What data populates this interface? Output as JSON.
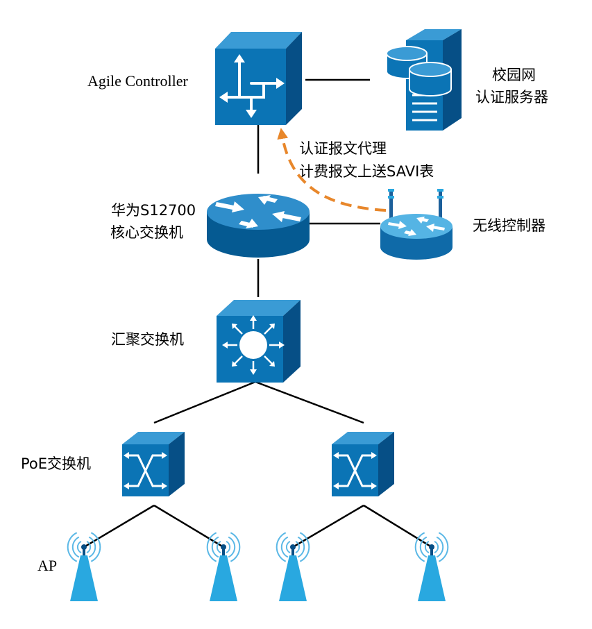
{
  "labels": {
    "agile_controller": "Agile Controller",
    "campus_auth_server_line1": "校园网",
    "campus_auth_server_line2": "认证服务器",
    "auth_proxy_line1": "认证报文代理",
    "auth_proxy_line2": "计费报文上送SAVI表",
    "core_switch_line1": "华为S12700",
    "core_switch_line2": "核心交换机",
    "wireless_controller": "无线控制器",
    "aggregation_switch": "汇聚交换机",
    "poe_switch": "PoE交换机",
    "ap": "AP"
  },
  "colors": {
    "device_face": "#0b74b5",
    "device_top": "#3a9bd5",
    "device_side": "#064f86",
    "router_top": "#2f8ecb",
    "router_body": "#055a92",
    "ap_fill": "#29a8e0",
    "wave": "#5bb8e6",
    "link": "#000000",
    "auth_flow_arrow": "#e8872b",
    "glyph": "#ffffff"
  },
  "icons": {
    "agile_controller": "controller-cube-icon",
    "auth_server": "server-icon",
    "core_switch": "router-icon",
    "wireless_controller": "wireless-router-icon",
    "aggregation_switch": "layer3-switch-icon",
    "poe_switch": "workgroup-switch-icon",
    "ap": "access-point-icon"
  }
}
